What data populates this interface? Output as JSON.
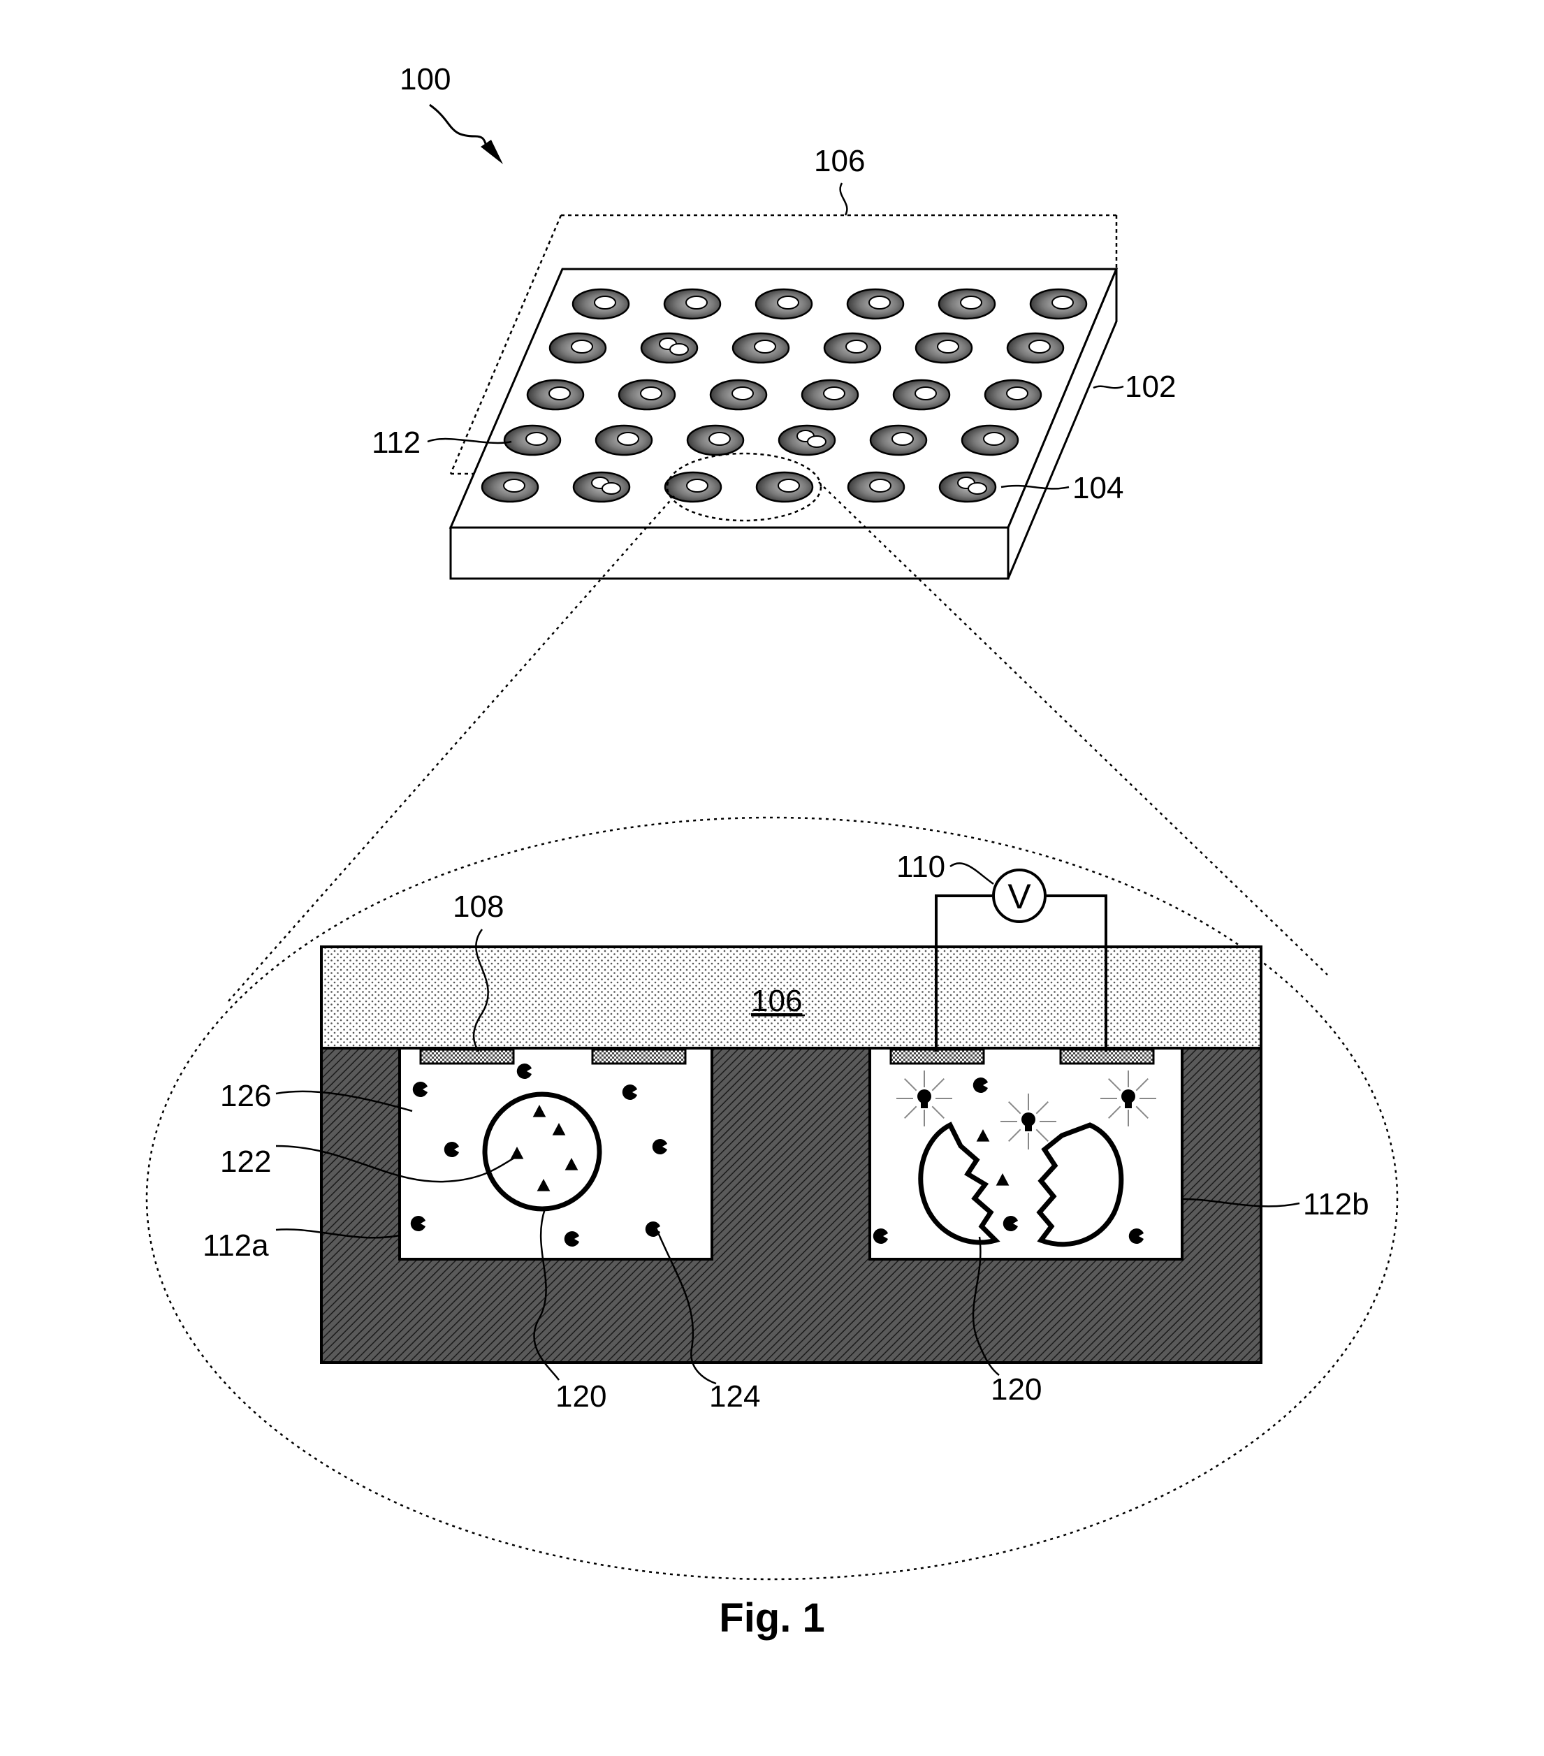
{
  "figure": {
    "caption": "Fig. 1",
    "colors": {
      "ink": "#000000",
      "well_fill": "#4a4a4a",
      "well_center": "#dcdcdc",
      "substrate": "#555555",
      "lid": "#bdbdbd",
      "electrode": "#7a7a7a"
    },
    "labels": {
      "l100": "100",
      "l106_top": "106",
      "l102": "102",
      "l112": "112",
      "l104": "104",
      "l110": "110",
      "l108": "108",
      "l106_detail": "106",
      "l126": "126",
      "l122": "122",
      "l112a": "112a",
      "l112b": "112b",
      "l120_left": "120",
      "l124": "124",
      "l120_right": "120",
      "voltmeter": "V"
    },
    "well_array": {
      "rows": 5,
      "cols": 6,
      "double_droplet_wells": [
        [
          1,
          1
        ],
        [
          3,
          3
        ],
        [
          4,
          1
        ],
        [
          4,
          5
        ]
      ]
    }
  }
}
